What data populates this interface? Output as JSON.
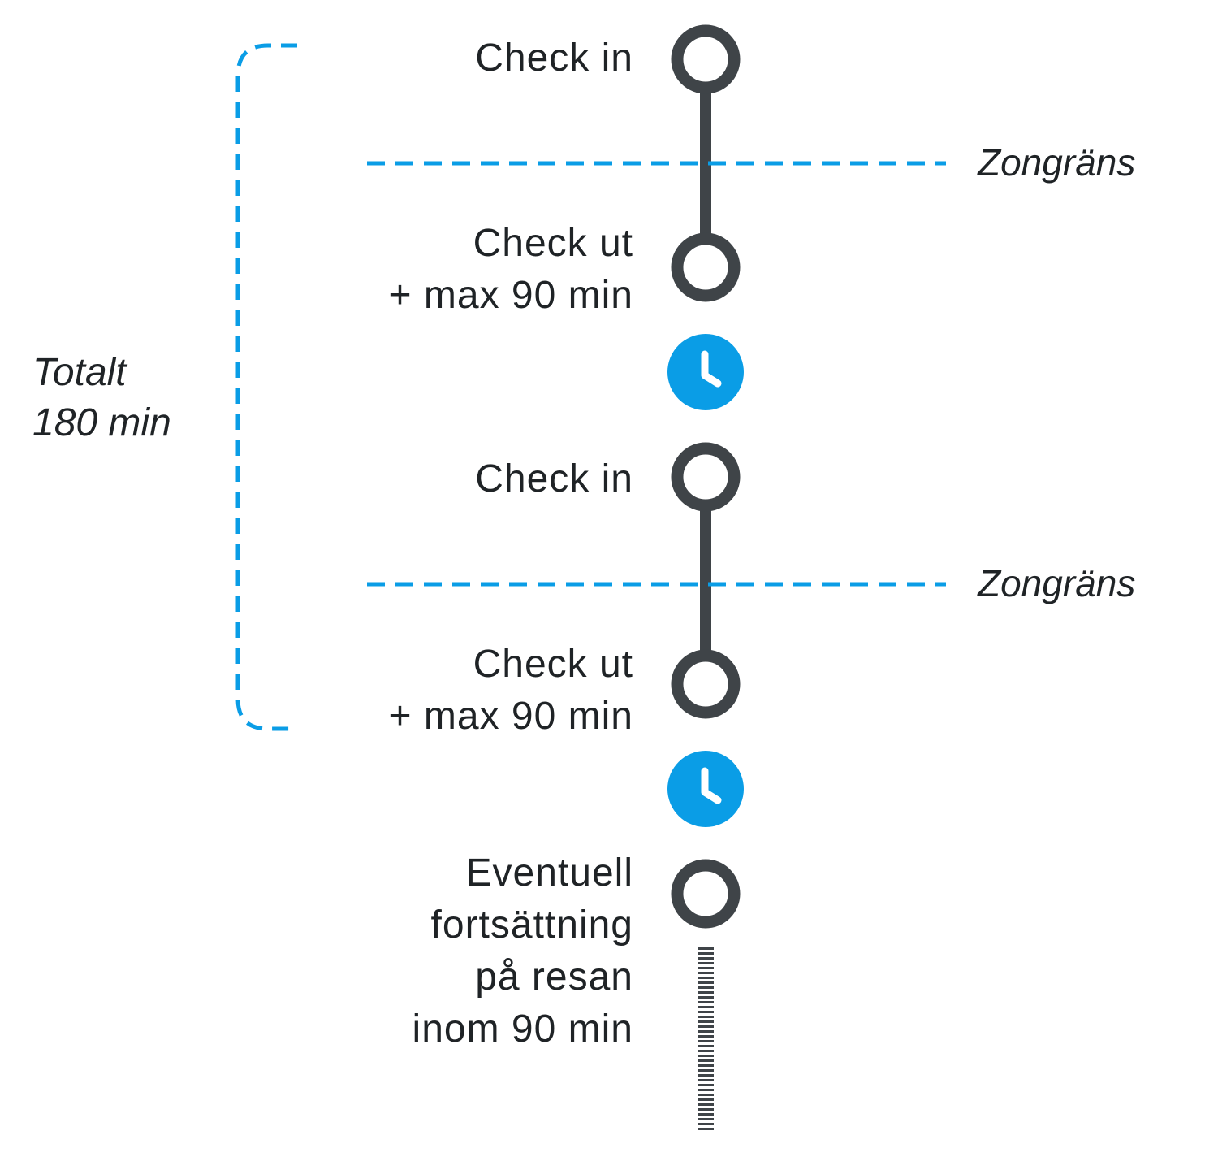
{
  "colors": {
    "line": "#3f4448",
    "accent": "#0a9de6",
    "text": "#1f2326"
  },
  "total": {
    "line1": "Totalt",
    "line2": "180 min"
  },
  "zone_label": "Zongräns",
  "steps": {
    "check_in_1": "Check in",
    "check_out_1": "Check ut\n+ max 90 min",
    "check_in_2": "Check in",
    "check_out_2": "Check ut\n+ max 90 min",
    "continuation": "Eventuell\nfortsättning\npå resan\ninom 90 min"
  },
  "icons": [
    "stop-circle-icon",
    "clock-icon",
    "dashed-line-continuation"
  ]
}
